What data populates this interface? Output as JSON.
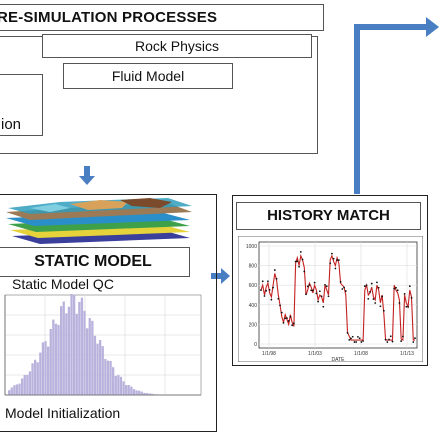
{
  "pre_simulation": {
    "title": "RE-SIMULATION PROCESSES",
    "rock_physics": "Rock Physics",
    "fluid_model": "Fluid Model",
    "left_label": "ion"
  },
  "static_model": {
    "title": "STATIC MODEL",
    "qc_label": "Static Model QC",
    "init_label": "Model Initialization"
  },
  "history_match": {
    "title": "HISTORY MATCH",
    "x_tick_labels": [
      "1/1/98",
      "1/1/03",
      "1/1/08",
      "1/1/13"
    ],
    "x_axis_label": "DATE",
    "y_tick_labels": [
      "1000",
      "800",
      "600",
      "400",
      "200",
      "0"
    ]
  },
  "colors": {
    "arrow": "#4a7ec2",
    "histogram_bars": "#b9b2dc",
    "match_line": "#c42020",
    "match_points": "#111111"
  }
}
